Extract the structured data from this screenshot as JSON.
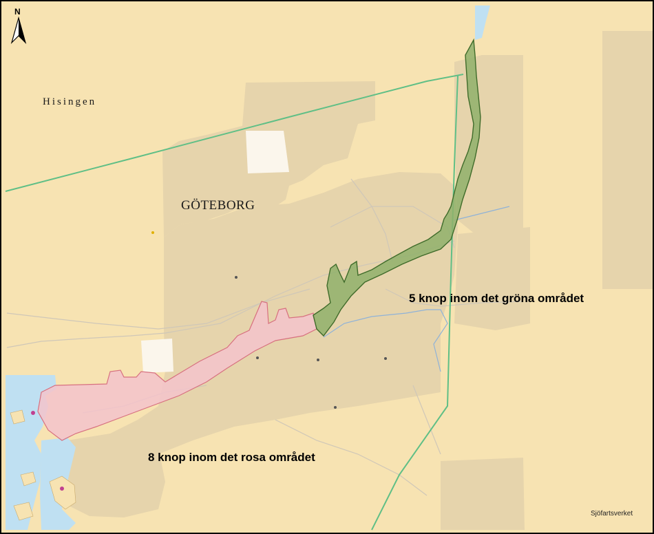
{
  "map": {
    "island_label": "Hisingen",
    "city_label": "GÖTEBORG",
    "green_zone_label": "5 knop inom det gröna området",
    "pink_zone_label": "8 knop inom det rosa området",
    "credit": "Sjöfartsverket",
    "north_label": "N",
    "colors": {
      "land": "#f7e3b2",
      "urban": "#e6d4ac",
      "water": "#bfe0f2",
      "green_zone_fill": "#8fb06b",
      "green_zone_stroke": "#3f6b2a",
      "pink_zone_fill": "#f3c3cb",
      "pink_zone_stroke": "#d7707f",
      "boundary_line": "#5fbf86",
      "frame": "#000000"
    },
    "icons": [
      "north-arrow-icon"
    ]
  }
}
